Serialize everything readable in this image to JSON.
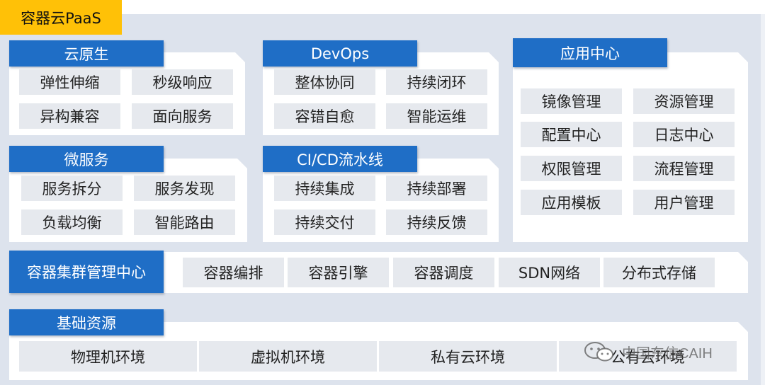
{
  "title": "容器云PaaS",
  "modules": {
    "cloud_native": {
      "title": "云原生",
      "items": [
        "弹性伸缩",
        "秒级响应",
        "异构兼容",
        "面向服务"
      ]
    },
    "devops": {
      "title": "DevOps",
      "items": [
        "整体协同",
        "持续闭环",
        "容错自愈",
        "智能运维"
      ]
    },
    "microservice": {
      "title": "微服务",
      "items": [
        "服务拆分",
        "服务发现",
        "负载均衡",
        "智能路由"
      ]
    },
    "cicd": {
      "title": "CI/CD流水线",
      "items": [
        "持续集成",
        "持续部署",
        "持续交付",
        "持续反馈"
      ]
    },
    "app_center": {
      "title": "应用中心",
      "items": [
        "镜像管理",
        "资源管理",
        "配置中心",
        "日志中心",
        "权限管理",
        "流程管理",
        "应用模板",
        "用户管理"
      ]
    }
  },
  "cluster": {
    "title": "容器集群管理中心",
    "items": [
      "容器编排",
      "容器引擎",
      "容器调度",
      "SDN网络",
      "分布式存储"
    ]
  },
  "infra": {
    "title": "基础资源",
    "items": [
      "物理机环境",
      "虚拟机环境",
      "私有云环境",
      "公有云环境"
    ]
  },
  "watermark": {
    "text": "中国东信CAIH",
    "icon": "wechat-icon"
  },
  "colors": {
    "accent_blue": "#1f6ec6",
    "title_yellow": "#ffc107",
    "cell_gray": "#e6e9ee",
    "background": "#dde3ed"
  }
}
